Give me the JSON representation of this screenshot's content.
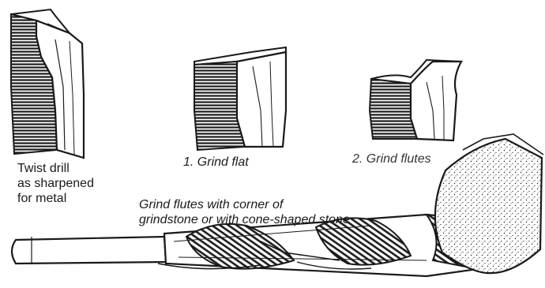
{
  "labels": {
    "twist_drill": [
      "Twist drill",
      "as sharpened",
      "for metal"
    ],
    "step1": "1. Grind flat",
    "step2": "2. Grind flutes",
    "bottom_caption": [
      "Grind flutes with corner of",
      "grindstone or with cone-shaped stone"
    ]
  },
  "colors": {
    "ink": "#1a1a1a",
    "paper": "#ffffff"
  },
  "icons": {
    "drill_1": "twist-drill-tip-icon",
    "drill_2": "ground-flat-drill-tip-icon",
    "drill_3": "ground-flutes-drill-tip-icon",
    "bottom": "drill-and-grindstone-icon"
  }
}
